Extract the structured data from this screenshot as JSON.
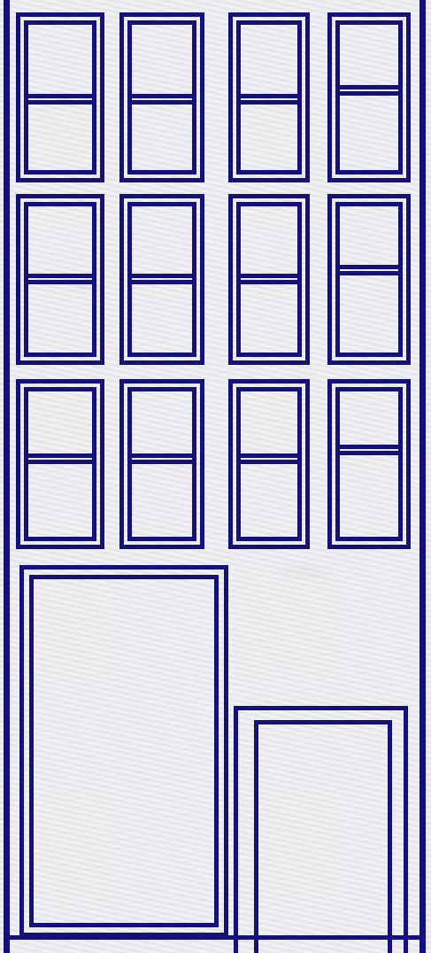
{
  "colors": {
    "ink": "#14127a",
    "wall": "#ecedf0"
  },
  "building": {
    "rows": 3,
    "columns": 4,
    "windows_per_facade": 12,
    "doors": [
      "large-door",
      "small-door"
    ]
  }
}
